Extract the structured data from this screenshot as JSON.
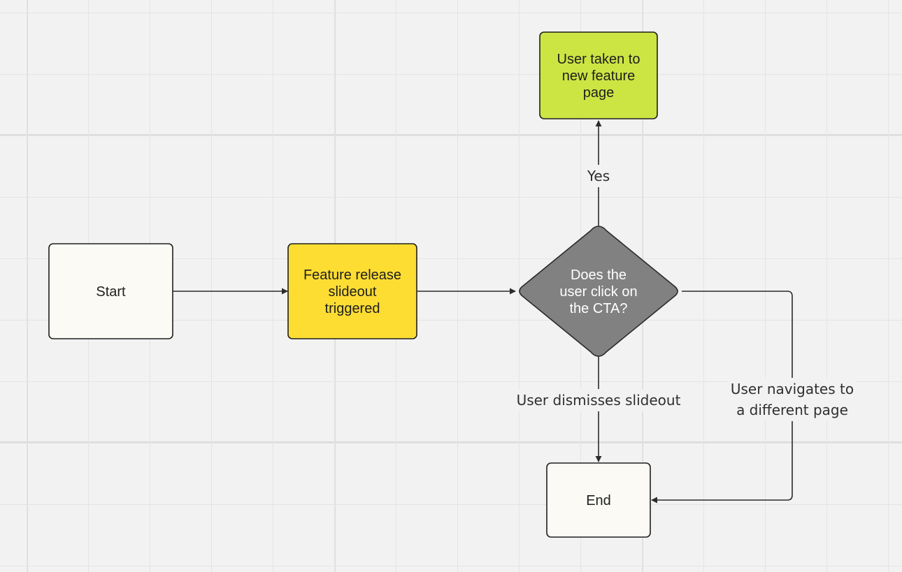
{
  "nodes": {
    "start": {
      "label": "Start",
      "fill": "#fbfaf4"
    },
    "slideout": {
      "lines": [
        "Feature release",
        "slideout",
        "triggered"
      ],
      "fill": "#fedd33"
    },
    "decision": {
      "lines": [
        "Does the",
        "user click on",
        "the CTA?"
      ],
      "fill": "#818181"
    },
    "feature_page": {
      "lines": [
        "User taken to",
        "new feature",
        "page"
      ],
      "fill": "#cde543"
    },
    "end": {
      "label": "End",
      "fill": "#fbfaf4"
    }
  },
  "edges": {
    "yes": {
      "label": "Yes"
    },
    "dismiss": {
      "label": "User dismisses slideout"
    },
    "navigate": {
      "lines": [
        "User navigates to",
        "a different page"
      ]
    }
  },
  "colors": {
    "background": "#f2f2f2",
    "grid": "#e4e4e4",
    "stroke": "#2b2b2b"
  }
}
